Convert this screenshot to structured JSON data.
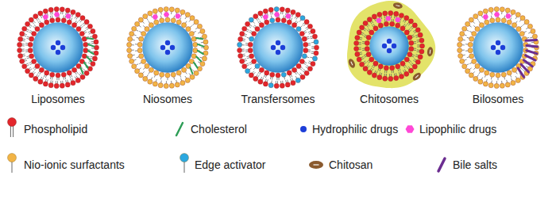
{
  "diagram": {
    "labels": [
      "Liposomes",
      "Niosomes",
      "Transfersomes",
      "Chitosomes",
      "Bilosomes"
    ],
    "legend": [
      {
        "text": "Phospholipid"
      },
      {
        "text": "Cholesterol"
      },
      {
        "text": "Hydrophilic drugs"
      },
      {
        "text": "Lipophilic drugs"
      },
      {
        "text": "Nio-ionic surfactants"
      },
      {
        "text": "Edge activator"
      },
      {
        "text": "Chitosan"
      },
      {
        "text": "Bile salts"
      }
    ]
  }
}
